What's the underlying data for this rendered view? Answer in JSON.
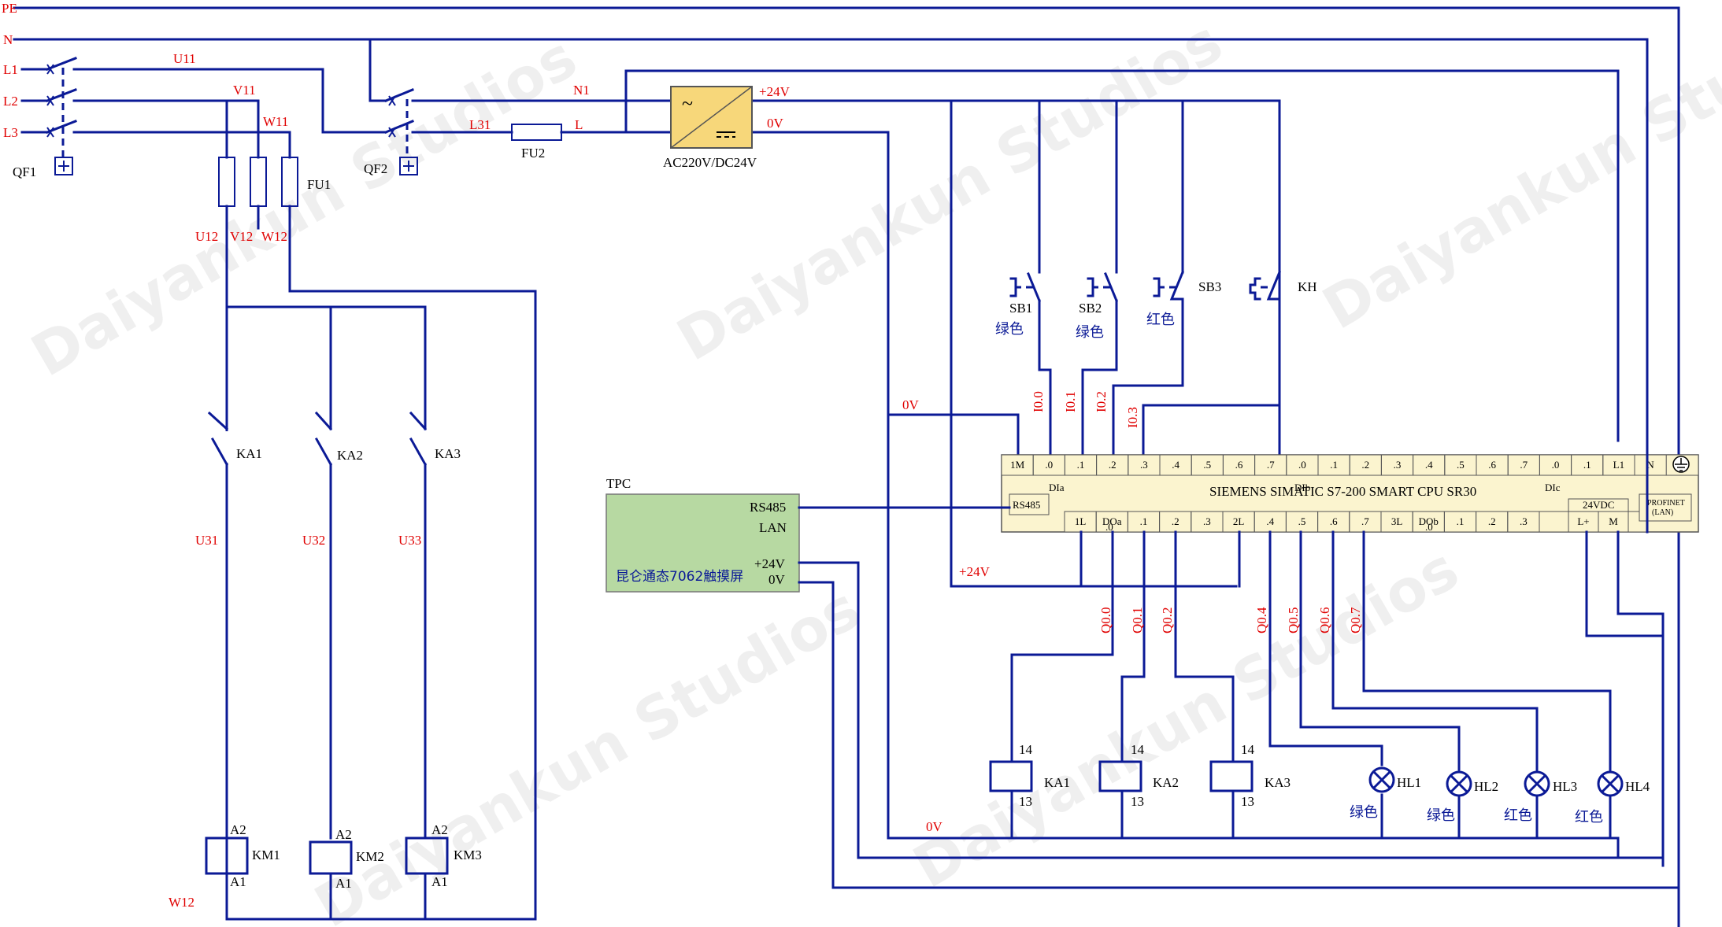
{
  "bus": {
    "pe": "PE",
    "n": "N",
    "l1": "L1",
    "l2": "L2",
    "l3": "L3"
  },
  "breakers": {
    "qf1": "QF1",
    "qf2": "QF2"
  },
  "fuses": {
    "fu1": "FU1",
    "fu2": "FU2"
  },
  "wires": {
    "u11": "U11",
    "v11": "V11",
    "w11": "W11",
    "u12": "U12",
    "v12": "V12",
    "w12": "W12",
    "u31": "U31",
    "u32": "U32",
    "u33": "U33",
    "w12_bottom": "W12",
    "n1": "N1",
    "l31": "L31",
    "l": "L",
    "p24_top": "+24V",
    "v0_top": "0V",
    "v0_mid": "0V",
    "p24_mid": "+24V",
    "v0_bottom": "0V",
    "i00": "I0.0",
    "i01": "I0.1",
    "i02": "I0.2",
    "i03": "I0.3",
    "q00": "Q0.0",
    "q01": "Q0.1",
    "q02": "Q0.2",
    "q04": "Q0.4",
    "q05": "Q0.5",
    "q06": "Q0.6",
    "q07": "Q0.7"
  },
  "psu": {
    "label": "AC220V/DC24V",
    "ac_symbol": "~",
    "dc_symbol": "⎓"
  },
  "contacts": {
    "ka1": "KA1",
    "ka2": "KA2",
    "ka3": "KA3"
  },
  "contactor_coils": {
    "km1": "KM1",
    "km2": "KM2",
    "km3": "KM3",
    "a2": "A2",
    "a1": "A1"
  },
  "relay_coils": {
    "ka1": "KA1",
    "ka2": "KA2",
    "ka3": "KA3",
    "t14": "14",
    "t13": "13"
  },
  "buttons": [
    {
      "id": "SB1",
      "color": "绿色"
    },
    {
      "id": "SB2",
      "color": "绿色"
    },
    {
      "id": "SB3",
      "color": "红色"
    },
    {
      "id": "KH",
      "color": ""
    }
  ],
  "lamps": [
    {
      "id": "HL1",
      "color": "绿色"
    },
    {
      "id": "HL2",
      "color": "绿色"
    },
    {
      "id": "HL3",
      "color": "红色"
    },
    {
      "id": "HL4",
      "color": "红色"
    }
  ],
  "hmi": {
    "tag": "TPC",
    "rs485": "RS485",
    "lan": "LAN",
    "p24": "+24V",
    "v0": "0V",
    "name": "昆仑通态7062触摸屏"
  },
  "plc": {
    "title": "SIEMENS SIMATIC S7-200 SMART CPU SR30",
    "rs485": "RS485",
    "top_terminals": [
      "1M",
      ".0",
      ".1",
      ".2",
      ".3",
      ".4",
      ".5",
      ".6",
      ".7",
      ".0",
      ".1",
      ".2",
      ".3",
      ".4",
      ".5",
      ".6",
      ".7",
      ".0",
      ".1",
      "L1",
      "N"
    ],
    "top_sub": {
      "dia": "DIa",
      "dib": "DIb",
      "dic": "DIc"
    },
    "bottom_terminals": [
      "1L",
      "DOa",
      ".1",
      ".2",
      ".3",
      "2L",
      ".4",
      ".5",
      ".6",
      ".7",
      "3L",
      "DOb",
      ".1",
      ".2",
      ".3"
    ],
    "doa_sub": ".0",
    "dob_sub": ".0",
    "vdc": "24VDC",
    "lplus": "L+",
    "m": "M",
    "profinet": "PROFINET",
    "profinet_lan": "(LAN)"
  },
  "watermark": "Daiyankun Studios"
}
